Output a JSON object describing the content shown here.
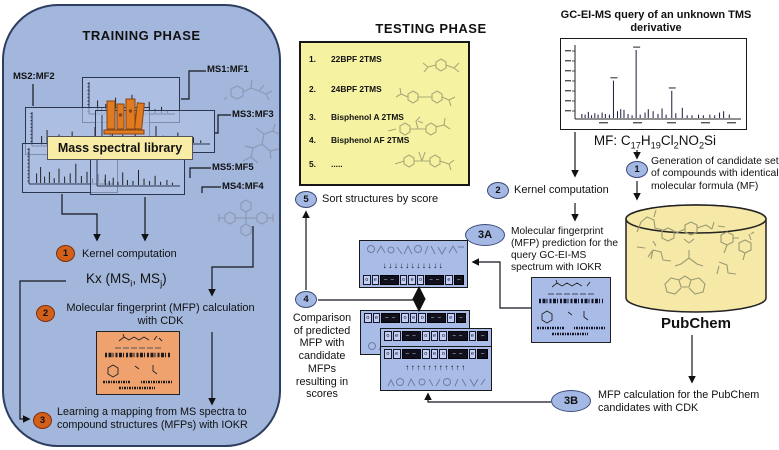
{
  "training": {
    "title": "TRAINING PHASE",
    "library_label": "Mass spectral library",
    "ms_labels": {
      "ms2": "MS2:MF2",
      "ms1": "MS1:MF1",
      "ms3": "MS3:MF3",
      "ms5": "MS5:MF5",
      "ms4": "MS4:MF4"
    },
    "step1_badge": "1",
    "step1_label": "Kernel computation",
    "kernel_formula": [
      {
        "t": "Kx  (MS"
      },
      {
        "sub": "i"
      },
      {
        "t": ", MS"
      },
      {
        "sub": "j"
      },
      {
        "t": ")"
      }
    ],
    "step2_badge": "2",
    "step2_label": "Molecular fingerprint (MFP) calculation with CDK",
    "step3_badge": "3",
    "step3_label": "Learning a mapping from MS spectra to compound structures (MFPs) with IOKR",
    "mini_a": [
      [
        0.08,
        0.45
      ],
      [
        0.13,
        0.18
      ],
      [
        0.18,
        0.32
      ],
      [
        0.24,
        0.14
      ],
      [
        0.3,
        0.55
      ],
      [
        0.36,
        0.22
      ],
      [
        0.43,
        0.18
      ],
      [
        0.5,
        0.65
      ],
      [
        0.57,
        0.28
      ],
      [
        0.64,
        0.18
      ],
      [
        0.71,
        0.4
      ],
      [
        0.78,
        0.14
      ],
      [
        0.86,
        0.22
      ],
      [
        0.93,
        0.1
      ]
    ],
    "mini_b": [
      [
        0.07,
        0.3
      ],
      [
        0.12,
        0.5
      ],
      [
        0.17,
        0.2
      ],
      [
        0.23,
        0.35
      ],
      [
        0.29,
        0.15
      ],
      [
        0.35,
        0.45
      ],
      [
        0.42,
        0.2
      ],
      [
        0.49,
        0.3
      ],
      [
        0.56,
        0.6
      ],
      [
        0.63,
        0.22
      ],
      [
        0.7,
        0.35
      ],
      [
        0.77,
        0.15
      ],
      [
        0.84,
        0.28
      ],
      [
        0.92,
        0.12
      ]
    ]
  },
  "testing": {
    "title": "TESTING PHASE",
    "candidates": [
      {
        "rank": "1.",
        "name": "22BPF 2TMS"
      },
      {
        "rank": "2.",
        "name": "24BPF 2TMS"
      },
      {
        "rank": "3.",
        "name": "Bisphenol A 2TMS"
      },
      {
        "rank": "4.",
        "name": "Bisphenol AF 2TMS"
      },
      {
        "rank": "5.",
        "name": "....."
      }
    ],
    "step5_badge": "5",
    "step5_label": "Sort structures by score",
    "step2_badge": "2",
    "step2_label": "Kernel computation",
    "step1_badge": "1",
    "step1_label": "Generation of candidate set of compounds with identical molecular formula (MF)",
    "step3a_badge": "3A",
    "step3a_label": "Molecular fingerprint (MFP) prediction for the query GC-EI-MS spectrum with IOKR",
    "step4_badge": "4",
    "step4_label": "Comparison of predicted MFP with candidate MFPs resulting in scores",
    "step3b_badge": "3B",
    "step3b_label": "MFP calculation for the PubChem candidates with CDK",
    "pubchem_label": "PubChem",
    "fingerprint_pattern": [
      "l",
      "l",
      "D",
      "l",
      "l",
      "l",
      "D",
      "l",
      "d"
    ],
    "fp_arrows_down": "↓↓↓↓↓↓↓↓↓↓↓",
    "fp_arrows_up": "↑↑↑↑↑↑↑↑↑↑↑"
  },
  "query": {
    "title": "GC-EI-MS query of an unknown TMS derivative",
    "mf_formula": [
      {
        "t": "MF: C"
      },
      {
        "sub": "17"
      },
      {
        "t": "H"
      },
      {
        "sub": "19"
      },
      {
        "t": "Cl"
      },
      {
        "sub": "2"
      },
      {
        "t": "NO"
      },
      {
        "sub": "2"
      },
      {
        "t": "Si"
      }
    ],
    "spectrum_peaks": [
      [
        0.03,
        0.06
      ],
      [
        0.05,
        0.05
      ],
      [
        0.07,
        0.09
      ],
      [
        0.09,
        0.04
      ],
      [
        0.11,
        0.07
      ],
      [
        0.13,
        0.05
      ],
      [
        0.155,
        0.08
      ],
      [
        0.175,
        0.06
      ],
      [
        0.2,
        0.05
      ],
      [
        0.225,
        0.55
      ],
      [
        0.25,
        0.1
      ],
      [
        0.27,
        0.13
      ],
      [
        0.29,
        0.12
      ],
      [
        0.315,
        0.06
      ],
      [
        0.34,
        0.04
      ],
      [
        0.365,
        1.0
      ],
      [
        0.39,
        0.05
      ],
      [
        0.42,
        0.08
      ],
      [
        0.44,
        0.13
      ],
      [
        0.47,
        0.1
      ],
      [
        0.5,
        0.06
      ],
      [
        0.525,
        0.14
      ],
      [
        0.55,
        0.05
      ],
      [
        0.585,
        0.4
      ],
      [
        0.61,
        0.07
      ],
      [
        0.65,
        0.15
      ],
      [
        0.68,
        0.04
      ],
      [
        0.71,
        0.04
      ],
      [
        0.75,
        0.05
      ],
      [
        0.78,
        0.04
      ],
      [
        0.82,
        0.05
      ],
      [
        0.85,
        0.04
      ],
      [
        0.88,
        0.08
      ],
      [
        0.905,
        0.1
      ],
      [
        0.94,
        0.05
      ]
    ]
  },
  "colors": {
    "panel_blue": "#a3b7dd",
    "panel_orange": "#f0a173",
    "list_yellow": "#f5f3a2",
    "banner_yellow": "#f8eca6",
    "cylinder_yellow": "#f6e9a8",
    "badge_orange": "#d2601a",
    "badge_blue": "#a4b8e4",
    "box_blue": "#a9bce8",
    "box_orange": "#f0a26e"
  }
}
